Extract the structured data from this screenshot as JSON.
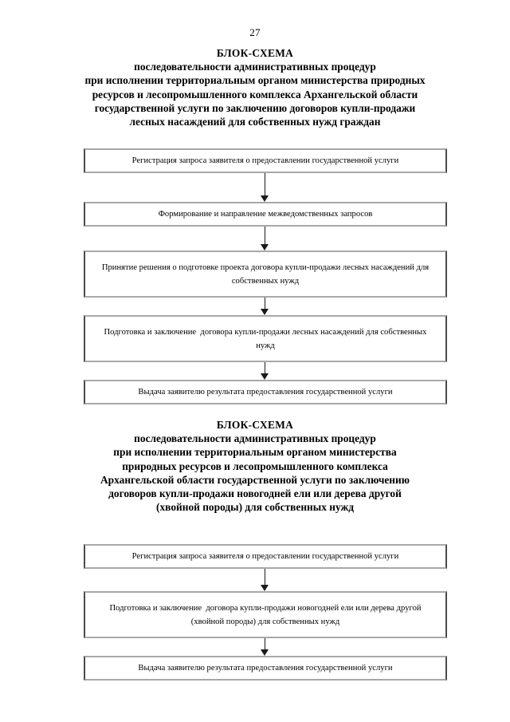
{
  "page": {
    "number": "27"
  },
  "sections": [
    {
      "heading": {
        "title": "БЛОК-СХЕМА",
        "lines": [
          "последовательности административных процедур",
          "при исполнении территориальным  органом министерства природных",
          "ресурсов и лесопромышленного комплекса Архангельской области",
          "государственной услуги по заключению договоров купли-продажи",
          "лесных насаждений для собственных нужд граждан"
        ]
      },
      "nodes": [
        {
          "text": "Регистрация запроса заявителя о предоставлении государственной услуги",
          "lines": 1
        },
        {
          "text": "Формирование и направление межведомственных запросов",
          "lines": 1
        },
        {
          "text": "Принятие решения о подготовке проекта договора купли-продажи лесных насаждений для собственных нужд",
          "lines": 2
        },
        {
          "text": "Подготовка и заключение  договора купли-продажи лесных насаждений для собственных нужд",
          "lines": 2
        },
        {
          "text": "Выдача заявителю результата предоставления государственной услуги",
          "lines": 1
        }
      ],
      "connectors": [
        "c36",
        "c30",
        "c22",
        "c22"
      ]
    },
    {
      "heading": {
        "title": "БЛОК-СХЕМА",
        "lines": [
          "последовательности административных процедур",
          "при исполнении территориальным  органом министерства",
          "природных ресурсов и лесопромышленного комплекса",
          "Архангельской области государственной услуги по заключению",
          "договоров купли-продажи новогодней ели или дерева другой",
          "(хвойной породы) для собственных нужд"
        ]
      },
      "nodes": [
        {
          "text": "Регистрация запроса заявителя о предоставлении государственной услуги",
          "lines": 1
        },
        {
          "text": "Подготовка и заключение  договора купли-продажи новогодней ели или дерева другой (хвойной породы) для собственных нужд",
          "lines": 2
        },
        {
          "text": "Выдача заявителю результата предоставления государственной услуги",
          "lines": 1
        }
      ],
      "connectors": [
        "c28",
        "c22"
      ]
    }
  ]
}
